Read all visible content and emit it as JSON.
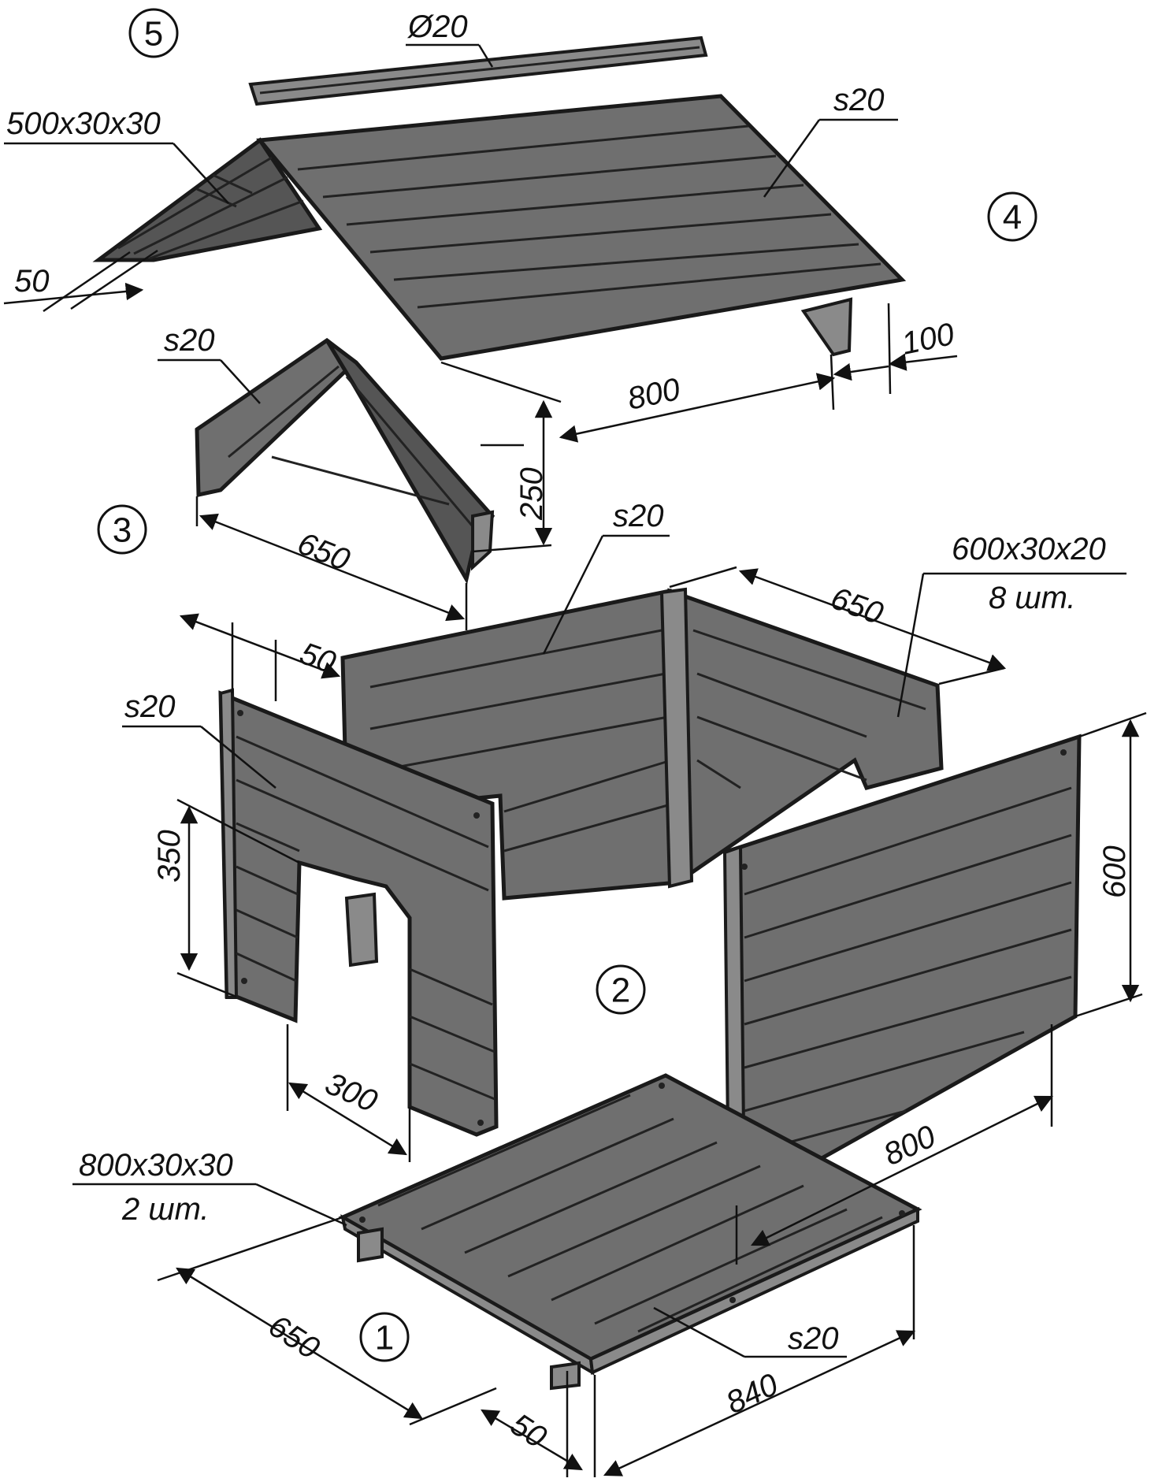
{
  "parts": [
    {
      "number": "1",
      "name": "floor"
    },
    {
      "number": "2",
      "name": "walls"
    },
    {
      "number": "3",
      "name": "gable"
    },
    {
      "number": "4",
      "name": "roof"
    },
    {
      "number": "5",
      "name": "ridge"
    }
  ],
  "labels": {
    "ridge_diameter": "Ø20",
    "roof_batten": "500x30x30",
    "roof_thickness": "s20",
    "gable_thickness": "s20",
    "wall_back_thickness": "s20",
    "wall_front_thickness": "s20",
    "floor_thickness": "s20",
    "post_size": "600x30x20",
    "post_count": "8 шт.",
    "floor_batten": "800x30x30",
    "floor_batten_count": "2 шт."
  },
  "dimensions": {
    "roof_overhang": "50",
    "roof_length": "800",
    "roof_rafter": "100",
    "gable_height": "250",
    "gable_width": "650",
    "wall_depth": "650",
    "wall_offset": "50",
    "door_height": "350",
    "wall_height": "600",
    "door_width": "300",
    "wall_length": "800",
    "floor_width": "650",
    "floor_length": "840",
    "floor_offset": "50"
  }
}
